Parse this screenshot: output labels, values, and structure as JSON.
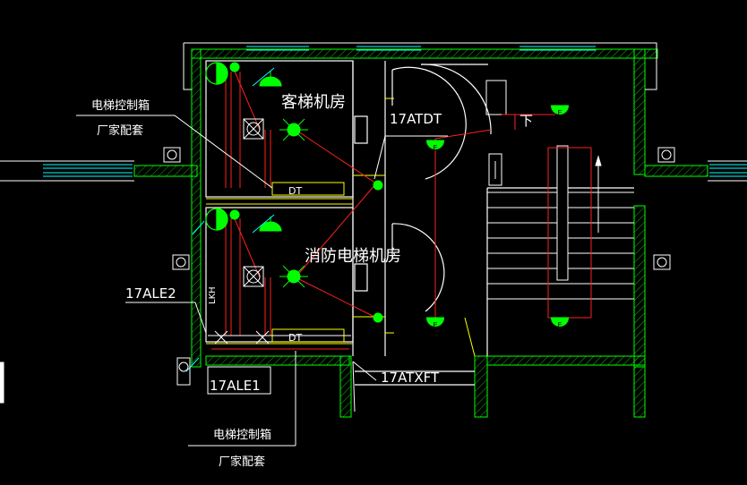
{
  "labels": {
    "passenger_room": "客梯机房",
    "fire_room": "消防电梯机房",
    "ctrl_box_1": "电梯控制箱",
    "ctrl_box_1_note": "厂家配套",
    "ctrl_box_2": "电梯控制箱",
    "ctrl_box_2_note": "厂家配套",
    "panel_atdt": "17ATDT",
    "panel_ale2": "17ALE2",
    "panel_ale1": "17ALE1",
    "panel_atxft": "17ATXFT",
    "dt_1": "DT",
    "dt_2": "DT",
    "stair_down": "下",
    "exit_symbol": "E",
    "switch_label": "LKH"
  },
  "colors": {
    "background": "#000000",
    "wall": "#00ff00",
    "hatch": "#00c000",
    "white_line": "#ffffff",
    "yellow": "#ffff00",
    "red": "#ff2020",
    "cyan": "#00ffff",
    "green_fixture": "#00ff00"
  }
}
